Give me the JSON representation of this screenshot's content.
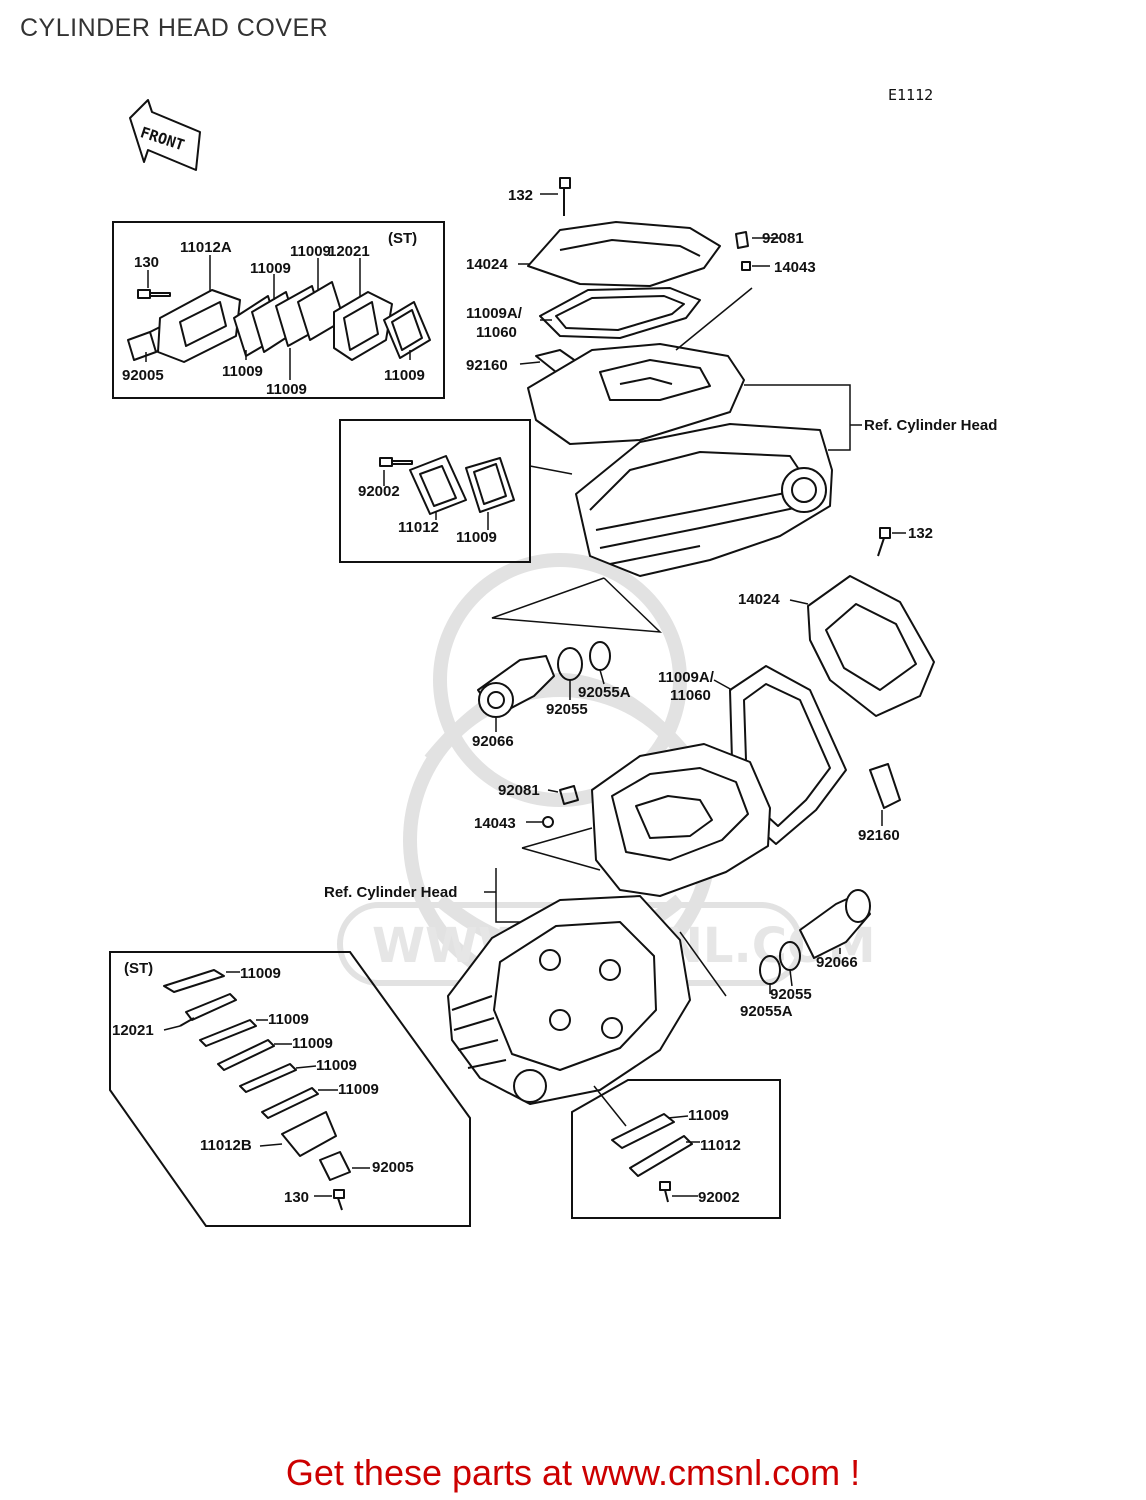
{
  "title": "CYLINDER HEAD COVER",
  "diagram_code": "E1112",
  "front_arrow_label": "FRONT",
  "footer_text": "Get these parts at www.cmsnl.com !",
  "watermark_text": "WWW.CMSNL.COM",
  "callouts": {
    "top_132": "132",
    "top_92081": "92081",
    "top_14024": "14024",
    "top_14043": "14043",
    "top_11009a": "11009A/",
    "top_11060": "11060",
    "top_92160": "92160",
    "top_ref_head": "Ref. Cylinder Head",
    "mid_132": "132",
    "mid_14024": "14024",
    "mid_11009a": "11009A/",
    "mid_11060": "11060",
    "mid_92055a": "92055A",
    "mid_92055": "92055",
    "mid_92066": "92066",
    "mid_92081": "92081",
    "mid_14043": "14043",
    "mid_92160": "92160",
    "low_ref_head": "Ref. Cylinder Head",
    "low_92066": "92066",
    "low_92055": "92055",
    "low_92055a": "92055A"
  },
  "box_top_left": {
    "st": "(ST)",
    "p130": "130",
    "p11012a": "11012A",
    "p11009_a": "11009",
    "p11009_b": "11009",
    "p12021": "12021",
    "p92005": "92005",
    "p11009_c": "11009",
    "p11009_d": "11009",
    "p11009_e": "11009"
  },
  "box_mid_left": {
    "p92002": "92002",
    "p11012": "11012",
    "p11009": "11009"
  },
  "box_bottom_left": {
    "st": "(ST)",
    "p11009_a": "11009",
    "p12021": "12021",
    "p11009_b": "11009",
    "p11009_c": "11009",
    "p11009_d": "11009",
    "p11009_e": "11009",
    "p11012b": "11012B",
    "p92005": "92005",
    "p130": "130"
  },
  "box_bottom_right": {
    "p11009": "11009",
    "p11012": "11012",
    "p92002": "92002"
  }
}
